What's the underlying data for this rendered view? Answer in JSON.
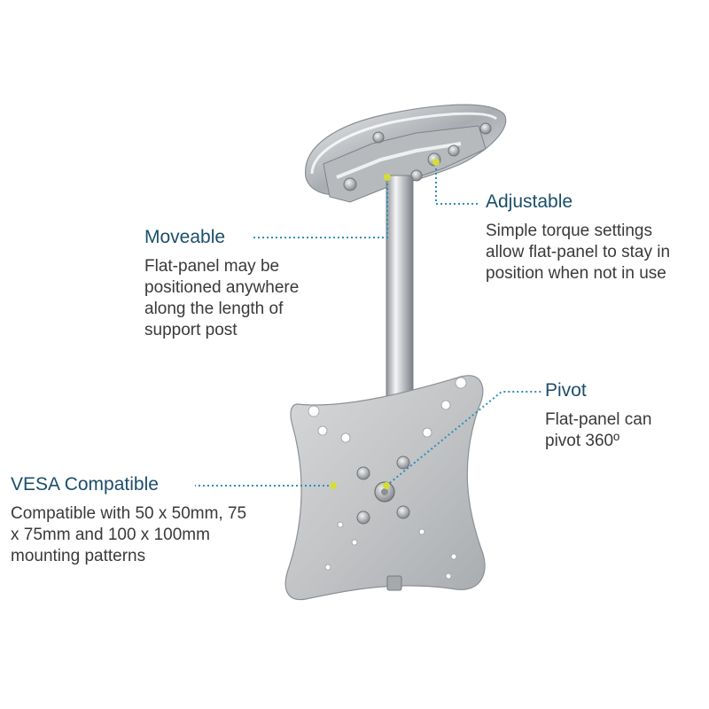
{
  "callouts": {
    "moveable": {
      "title": "Moveable",
      "lines": [
        "Flat-panel may be",
        "positioned anywhere",
        "along the length of",
        "support post"
      ]
    },
    "adjustable": {
      "title": "Adjustable",
      "lines": [
        "Simple torque settings",
        "allow flat-panel to stay in",
        "position when not in use"
      ]
    },
    "pivot": {
      "title": "Pivot",
      "lines": [
        "Flat-panel can",
        "pivot 360º"
      ]
    },
    "vesa": {
      "title": "VESA Compatible",
      "lines": [
        "Compatible with 50 x 50mm, 75",
        "x 75mm and 100 x 100mm",
        "mounting patterns"
      ]
    }
  },
  "colors": {
    "title": "#1b4e6b",
    "text": "#3a3a3a",
    "leader": "#2a8fc0",
    "marker": "#d4dd3a",
    "metal": "#c9cbcd"
  }
}
